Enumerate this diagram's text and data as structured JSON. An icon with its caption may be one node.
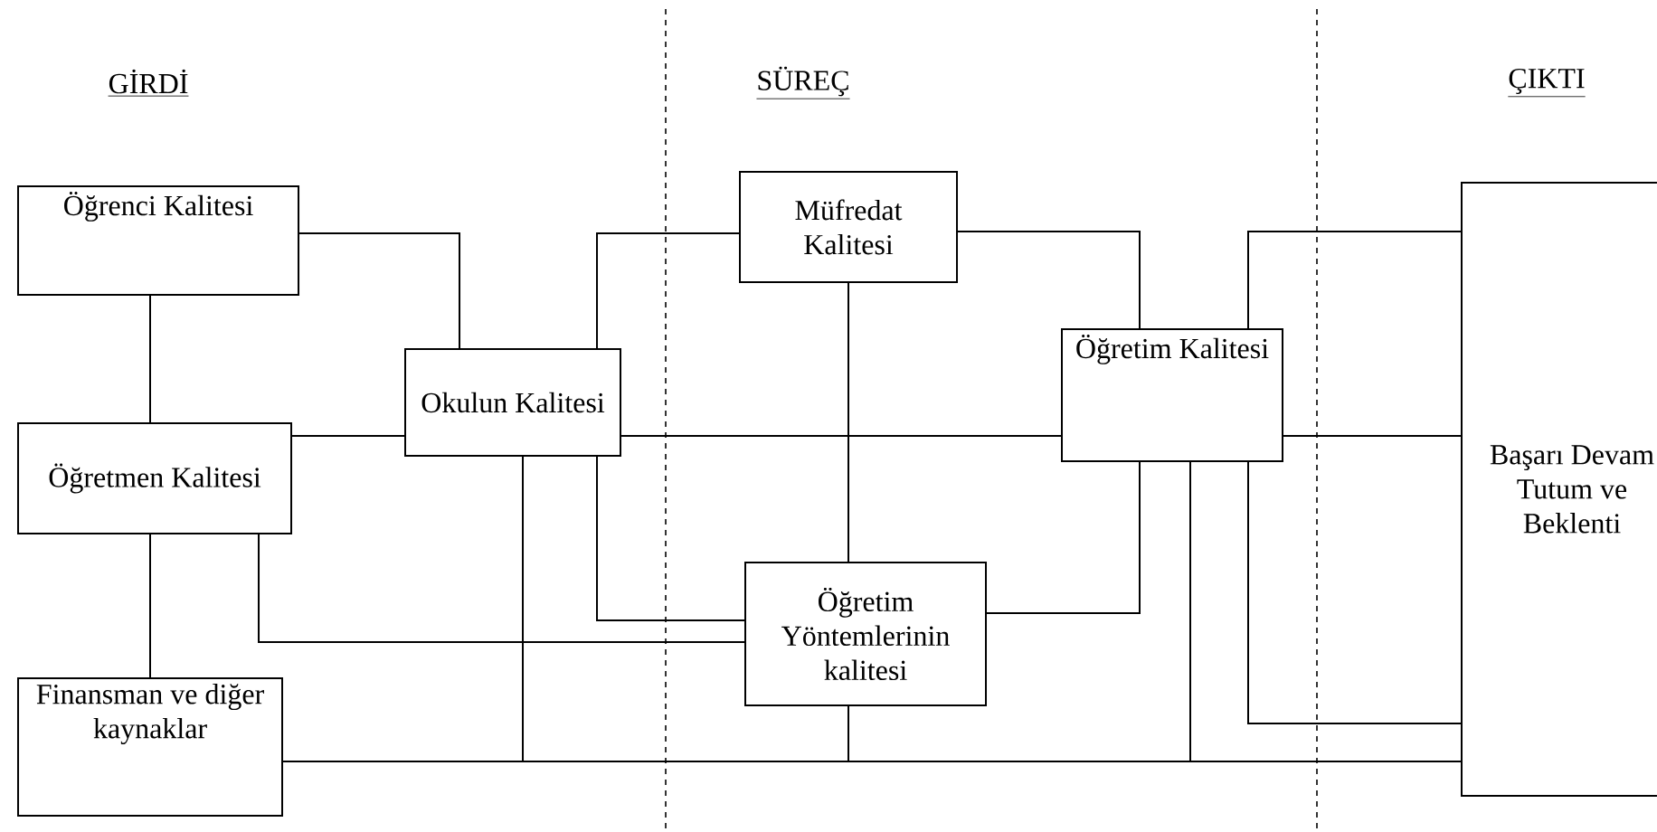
{
  "diagram": {
    "nodes": [
      {
        "text": [
          "Öğrenci Kalitesi"
        ]
      },
      {
        "text": [
          "Öğretmen Kalitesi"
        ]
      },
      {
        "text": [
          "Finansman ve diğer kaynaklar"
        ]
      },
      {
        "text": [
          "Okulun Kalitesi"
        ]
      },
      {
        "text": [
          "Müfredat Kalitesi"
        ]
      },
      {
        "text": [
          "Öğretim Kalitesi"
        ]
      },
      {
        "text": [
          "Öğretim Yöntemlerinin kalitesi"
        ]
      },
      {
        "text": [
          "Başarı Devam Tutum ve Beklenti"
        ]
      }
    ],
    "edges": [
      {
        "from": 0,
        "to": 1,
        "arrow": "none"
      },
      {
        "from": 1,
        "to": 2,
        "arrow": "none"
      },
      {
        "from": 0,
        "to": 3,
        "arrow": "none"
      },
      {
        "from": 1,
        "to": 3,
        "arrow": "none"
      },
      {
        "from": 3,
        "to": 4,
        "arrow": "none"
      },
      {
        "from": 3,
        "to": 5,
        "arrow": "none"
      },
      {
        "from": 4,
        "to": 6,
        "arrow": "none"
      },
      {
        "from": 4,
        "to": 5,
        "arrow": "none"
      },
      {
        "from": 3,
        "to": 6,
        "arrow": "none"
      },
      {
        "from": 1,
        "to": 6,
        "arrow": "none"
      },
      {
        "from": 6,
        "to": 5,
        "arrow": "none"
      },
      {
        "from": 5,
        "to": 7,
        "arrow": "none"
      },
      {
        "from": 5,
        "to": 7,
        "arrow": "none"
      },
      {
        "from": 5,
        "to": 7,
        "arrow": "none"
      },
      {
        "from": 2,
        "to": 7,
        "arrow": "none"
      },
      {
        "from": 3,
        "to": 7,
        "arrow": "none"
      },
      {
        "from": 6,
        "to": 7,
        "arrow": "none"
      },
      {
        "from": 5,
        "to": 7,
        "arrow": "none"
      }
    ],
    "labels": [
      "GİRDİ",
      "SÜREÇ",
      "ÇIKTI"
    ]
  }
}
